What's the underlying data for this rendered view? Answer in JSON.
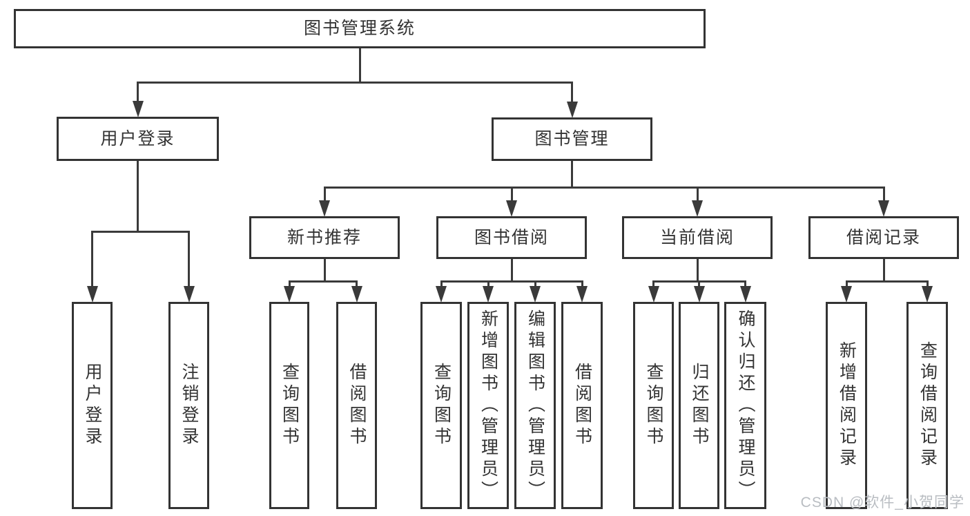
{
  "diagram": {
    "title": "图书管理系统",
    "watermark": "CSDN @软件_小贺同学",
    "colors": {
      "line": "#3a3a3a",
      "border": "#333333",
      "text": "#333333",
      "background": "#ffffff",
      "watermark": "#b9bdc2"
    },
    "nodes": [
      {
        "id": "sys",
        "label": "图书管理系统"
      },
      {
        "id": "login",
        "label": "用户登录"
      },
      {
        "id": "bookmgmt",
        "label": "图书管理"
      },
      {
        "id": "newbook",
        "label": "新书推荐"
      },
      {
        "id": "borrow",
        "label": "图书借阅"
      },
      {
        "id": "current",
        "label": "当前借阅"
      },
      {
        "id": "records",
        "label": "借阅记录"
      },
      {
        "id": "login-user",
        "label": "用户登录"
      },
      {
        "id": "login-logout",
        "label": "注销登录"
      },
      {
        "id": "new-query",
        "label": "查询图书"
      },
      {
        "id": "new-borrow",
        "label": "借阅图书"
      },
      {
        "id": "bor-query",
        "label": "查询图书"
      },
      {
        "id": "bor-add",
        "label": "新增图书（管理员）"
      },
      {
        "id": "bor-edit",
        "label": "编辑图书（管理员）"
      },
      {
        "id": "bor-borrow",
        "label": "借阅图书"
      },
      {
        "id": "cur-query",
        "label": "查询图书"
      },
      {
        "id": "cur-return",
        "label": "归还图书"
      },
      {
        "id": "cur-confirm",
        "label": "确认归还（管理员）"
      },
      {
        "id": "rec-add",
        "label": "新增借阅记录"
      },
      {
        "id": "rec-query",
        "label": "查询借阅记录"
      }
    ],
    "edges": [
      {
        "from": "sys",
        "to": [
          "login",
          "bookmgmt"
        ]
      },
      {
        "from": "login",
        "to": [
          "login-user",
          "login-logout"
        ]
      },
      {
        "from": "bookmgmt",
        "to": [
          "newbook",
          "borrow",
          "current",
          "records"
        ]
      },
      {
        "from": "newbook",
        "to": [
          "new-query",
          "new-borrow"
        ]
      },
      {
        "from": "borrow",
        "to": [
          "bor-query",
          "bor-add",
          "bor-edit",
          "bor-borrow"
        ]
      },
      {
        "from": "current",
        "to": [
          "cur-query",
          "cur-return",
          "cur-confirm"
        ]
      },
      {
        "from": "records",
        "to": [
          "rec-add",
          "rec-query"
        ]
      }
    ]
  }
}
